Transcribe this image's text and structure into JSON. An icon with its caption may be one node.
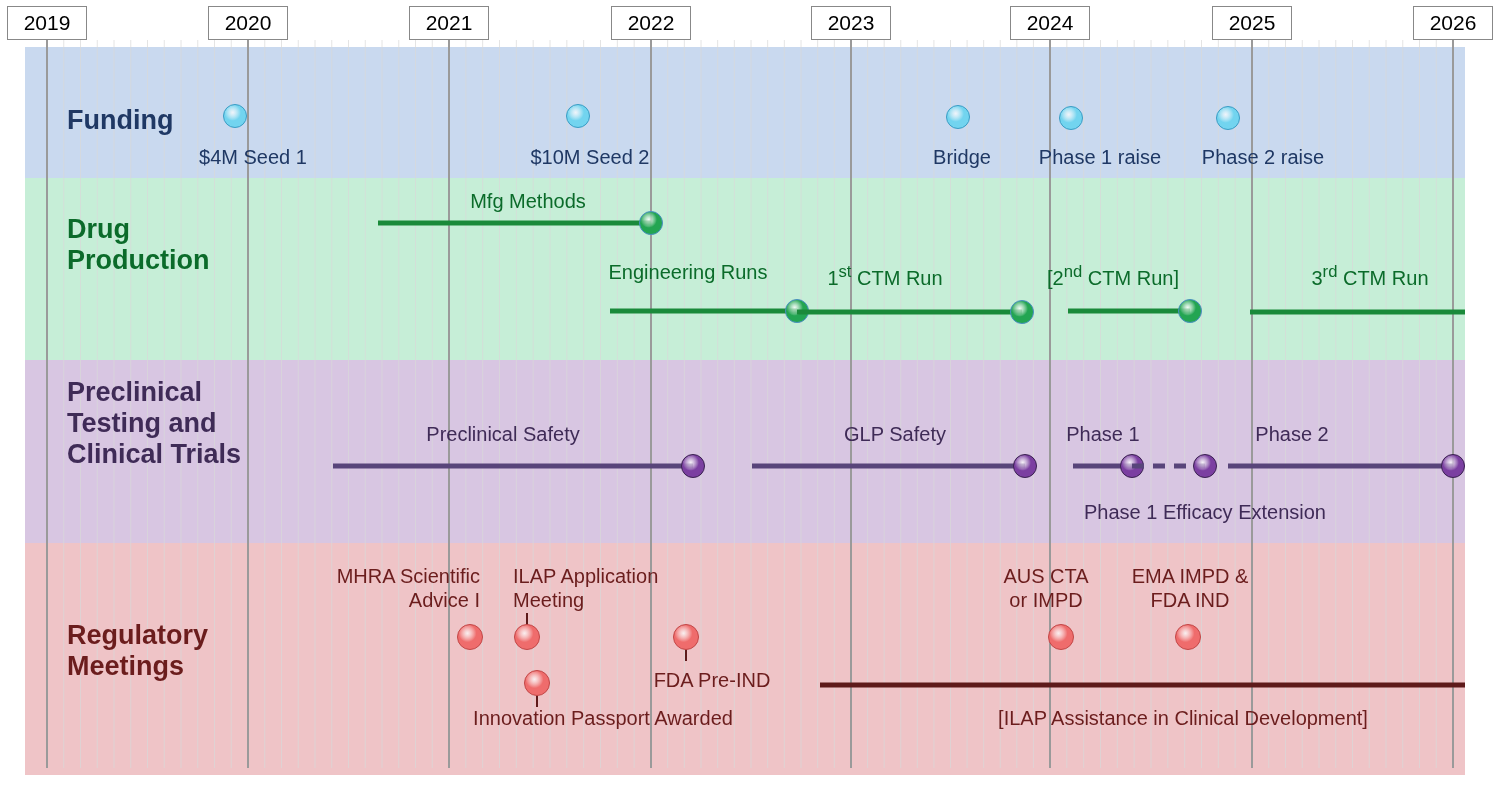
{
  "diagram": {
    "nodes": [
      {
        "text": [
          "Funding"
        ]
      },
      {
        "text": [
          "$4M Seed 1"
        ],
        "in": 0
      },
      {
        "text": [
          "$10M Seed 2"
        ],
        "in": 0
      },
      {
        "text": [
          "Bridge"
        ],
        "in": 0
      },
      {
        "text": [
          "Phase 1 raise"
        ],
        "in": 0
      },
      {
        "text": [
          "Phase 2 raise"
        ],
        "in": 0
      },
      {
        "text": [
          "Drug Production"
        ]
      },
      {
        "text": [
          "Mfg Methods"
        ],
        "in": 6
      },
      {
        "text": [
          "Engineering Runs"
        ],
        "in": 6
      },
      {
        "text": [
          "1$^{st}$ CTM Run"
        ],
        "in": 6
      },
      {
        "text": [
          "[2$^{nd}$ CTM Run]"
        ],
        "in": 6
      },
      {
        "text": [
          "3$^{rd}$ CTM Run"
        ],
        "in": 6
      },
      {
        "text": [
          "Preclinical Testing and Clinical Trials"
        ]
      },
      {
        "text": [
          "Preclinical Safety"
        ],
        "in": 12
      },
      {
        "text": [
          "GLP Safety"
        ],
        "in": 12
      },
      {
        "text": [
          "Phase 1"
        ],
        "in": 12
      },
      {
        "text": [
          "Phase 1 Efficacy Extension"
        ],
        "in": 12
      },
      {
        "text": [
          "Phase 2"
        ],
        "in": 12
      },
      {
        "text": [
          "Regulatory Meetings"
        ]
      },
      {
        "text": [
          "MHRA Scientific Advice I"
        ],
        "in": 18
      },
      {
        "text": [
          "ILAP Application Meeting"
        ],
        "in": 18
      },
      {
        "text": [
          "Innovation Passport Awarded"
        ],
        "in": 18
      },
      {
        "text": [
          "FDA Pre-IND"
        ],
        "in": 18
      },
      {
        "text": [
          "AUS CTA or IMPD"
        ],
        "in": 18
      },
      {
        "text": [
          "EMA IMPD & FDA IND"
        ],
        "in": 18
      },
      {
        "text": [
          "[ILAP Assistance in Clinical Development]"
        ],
        "in": 18
      }
    ],
    "edges": [],
    "labels": [
      "2019",
      "2020",
      "2021",
      "2022",
      "2023",
      "2024",
      "2025",
      "2026"
    ]
  }
}
